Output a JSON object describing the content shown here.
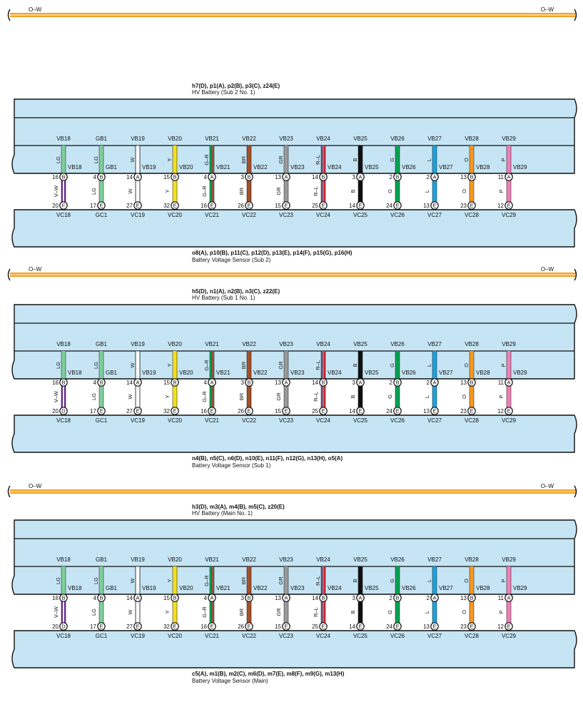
{
  "colors": {
    "harness": "#f5a127",
    "harness_mid": "#fde0a8",
    "panel": "#c6e5f4",
    "outline": "#111111",
    "wire": {
      "LG": "#7fcf9c",
      "W": "#ffffff",
      "Y": "#f4e01c",
      "G": "#00a353",
      "R": "#e0262e",
      "BR": "#a44f2a",
      "GR": "#9a9a9a",
      "L": "#1aa3e0",
      "B": "#111111",
      "O": "#f59a23",
      "P": "#f07fb6",
      "V": "#6a2c91"
    }
  },
  "harness_label": "O–W",
  "sections": [
    {
      "top_connector": "h7(D), p1(A), p2(B), p3(C), z24(E)",
      "top_name": "HV Battery (Sub 2 No.  1)",
      "bottom_connector": "o8(A), p10(B), p11(C), p12(D), p13(E), p14(F), p15(G), p16(H)",
      "bottom_name": "Battery Voltage Sensor (Sub 2)"
    },
    {
      "top_connector": "h5(D), n1(A), n2(B), n3(C), z22(E)",
      "top_name": "HV Battery (Sub 1 No.  1)",
      "bottom_connector": "n4(B), n5(C), n6(D), n10(E), n11(F), n12(G), n13(H), o5(A)",
      "bottom_name": "Battery Voltage Sensor (Sub 1)"
    },
    {
      "top_connector": "h3(D), m3(A), m4(B), m5(C), z20(E)",
      "top_name": "HV Battery (Main No.  1)",
      "bottom_connector": "c5(A), m1(B), m2(C), m6(D), m7(E), m8(F), m9(G), m13(H)",
      "bottom_name": "Battery Voltage Sensor (Main)"
    }
  ],
  "channels": [
    {
      "top_label": "VB18",
      "top_wire": "LG",
      "top_pin": "16",
      "top_letter": "B",
      "bot_wire": "V–W",
      "bot_pin": "20",
      "bot_letter": "F",
      "bottom_label": "VC18"
    },
    {
      "top_label": "GB1",
      "top_wire": "LG",
      "top_pin": "4",
      "top_letter": "B",
      "bot_wire": "LG",
      "bot_pin": "17",
      "bot_letter": "E",
      "bottom_label": "GC1"
    },
    {
      "top_label": "VB19",
      "top_wire": "W",
      "top_pin": "14",
      "top_letter": "A",
      "bot_wire": "W",
      "bot_pin": "27",
      "bot_letter": "E",
      "bottom_label": "VC19"
    },
    {
      "top_label": "VB20",
      "top_wire": "Y",
      "top_pin": "15",
      "top_letter": "B",
      "bot_wire": "Y",
      "bot_pin": "32",
      "bot_letter": "E",
      "bottom_label": "VC20"
    },
    {
      "top_label": "VB21",
      "top_wire": "G–R",
      "top_pin": "4",
      "top_letter": "A",
      "bot_wire": "G–R",
      "bot_pin": "16",
      "bot_letter": "E",
      "bottom_label": "VC21"
    },
    {
      "top_label": "VB22",
      "top_wire": "BR",
      "top_pin": "3",
      "top_letter": "B",
      "bot_wire": "BR",
      "bot_pin": "26",
      "bot_letter": "E",
      "bottom_label": "VC22"
    },
    {
      "top_label": "VB23",
      "top_wire": "GR",
      "top_pin": "13",
      "top_letter": "A",
      "bot_wire": "GR",
      "bot_pin": "15",
      "bot_letter": "E",
      "bottom_label": "VC23"
    },
    {
      "top_label": "VB24",
      "top_wire": "R–L",
      "top_pin": "14",
      "top_letter": "B",
      "bot_wire": "R–L",
      "bot_pin": "25",
      "bot_letter": "E",
      "bottom_label": "VC24"
    },
    {
      "top_label": "VB25",
      "top_wire": "B",
      "top_pin": "3",
      "top_letter": "A",
      "bot_wire": "B",
      "bot_pin": "14",
      "bot_letter": "E",
      "bottom_label": "VC25"
    },
    {
      "top_label": "VB26",
      "top_wire": "G",
      "top_pin": "2",
      "top_letter": "B",
      "bot_wire": "G",
      "bot_pin": "24",
      "bot_letter": "E",
      "bottom_label": "VC26"
    },
    {
      "top_label": "VB27",
      "top_wire": "L",
      "top_pin": "2",
      "top_letter": "A",
      "bot_wire": "L",
      "bot_pin": "13",
      "bot_letter": "E",
      "bottom_label": "VC27"
    },
    {
      "top_label": "VB28",
      "top_wire": "O",
      "top_pin": "13",
      "top_letter": "B",
      "bot_wire": "O",
      "bot_pin": "23",
      "bot_letter": "E",
      "bottom_label": "VC28"
    },
    {
      "top_label": "VB29",
      "top_wire": "P",
      "top_pin": "11",
      "top_letter": "A",
      "bot_wire": "P",
      "bot_pin": "12",
      "bot_letter": "E",
      "bottom_label": "VC29"
    }
  ],
  "section_overrides": [
    [],
    [
      {
        "i": 0,
        "bot_letter": "D"
      }
    ],
    [
      {
        "i": 0,
        "bot_letter": "D"
      }
    ]
  ]
}
